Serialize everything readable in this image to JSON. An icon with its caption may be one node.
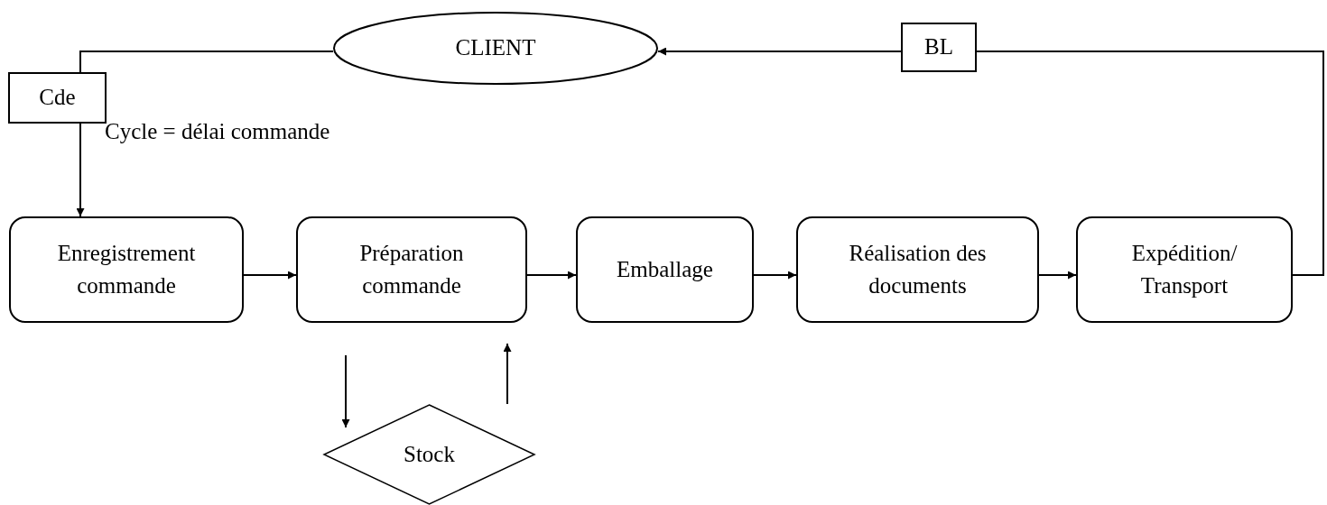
{
  "diagram": {
    "nodes": [
      {
        "text": [
          "CLIENT"
        ]
      },
      {
        "text": [
          "BL"
        ]
      },
      {
        "text": [
          "Cde"
        ]
      },
      {
        "text": [
          "Enregistrement commande"
        ]
      },
      {
        "text": [
          "Préparation commande"
        ]
      },
      {
        "text": [
          "Emballage"
        ]
      },
      {
        "text": [
          "Réalisation des documents"
        ]
      },
      {
        "text": [
          "Expédition/ Transport"
        ]
      },
      {
        "text": [
          "Stock"
        ]
      }
    ],
    "edges": [
      {
        "from": 0,
        "to": 2,
        "arrow": "none"
      },
      {
        "from": 2,
        "to": 3,
        "arrow": "to"
      },
      {
        "from": 3,
        "to": 4,
        "arrow": "to"
      },
      {
        "from": 4,
        "to": 5,
        "arrow": "to"
      },
      {
        "from": 5,
        "to": 6,
        "arrow": "to"
      },
      {
        "from": 6,
        "to": 7,
        "arrow": "to"
      },
      {
        "from": 7,
        "to": 1,
        "arrow": "none"
      },
      {
        "from": 1,
        "to": 0,
        "arrow": "to"
      },
      {
        "from": 4,
        "to": 8,
        "arrow": "to"
      },
      {
        "from": 8,
        "to": 4,
        "arrow": "to"
      }
    ],
    "labels": [
      "Cycle = délai commande"
    ]
  }
}
